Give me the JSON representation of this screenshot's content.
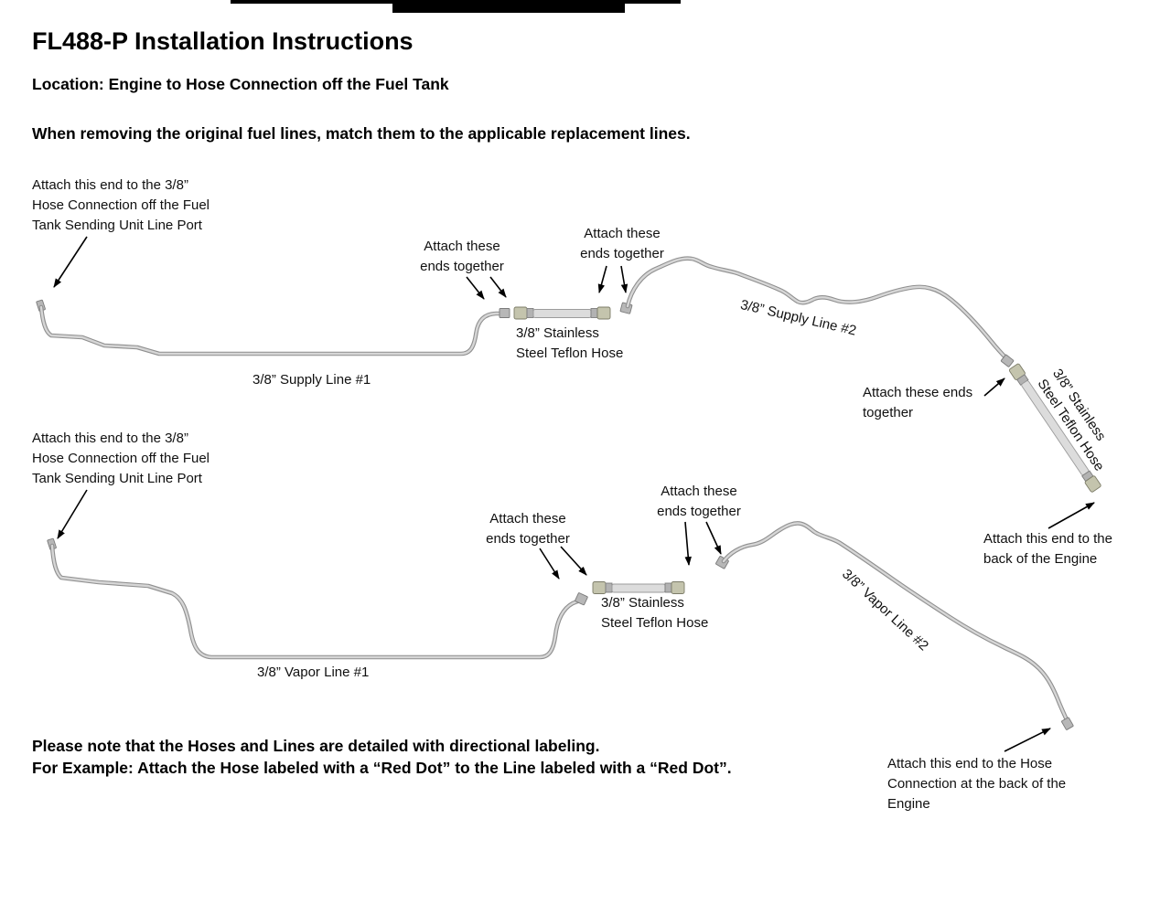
{
  "header": {
    "title": "FL488-P Installation Instructions",
    "location": "Location: Engine to Hose Connection off the Fuel Tank",
    "instruction": "When removing the original fuel lines, match them to the applicable replacement lines."
  },
  "supply": {
    "tank_end": "Attach this end to the 3/8”\nHose Connection off the Fuel\nTank Sending Unit Line Port",
    "attach_a": "Attach these\nends together",
    "attach_b": "Attach these\nends together",
    "line1": "3/8” Supply Line #1",
    "hose1": "3/8” Stainless\nSteel Teflon Hose",
    "line2": "3/8” Supply Line #2",
    "attach_c": "Attach these ends\ntogether",
    "hose2": "3/8” Stainless\nSteel Teflon Hose",
    "engine_end": "Attach this end to the\nback of the Engine"
  },
  "vapor": {
    "tank_end": "Attach this end to the 3/8”\nHose Connection off the Fuel\nTank Sending Unit Line Port",
    "attach_a": "Attach these\nends together",
    "attach_b": "Attach these\nends together",
    "line1": "3/8” Vapor Line #1",
    "hose1": "3/8” Stainless\nSteel Teflon Hose",
    "line2": "3/8” Vapor Line #2",
    "engine_end": "Attach this end to the Hose\nConnection at the back of the\nEngine"
  },
  "footer": {
    "note1": "Please note that the Hoses and Lines are detailed with directional labeling.",
    "note2": "For Example: Attach the Hose labeled with a “Red Dot” to the Line labeled with a “Red Dot”."
  },
  "colors": {
    "background": "#ffffff",
    "text": "#000000",
    "line_gray": "#b5b5b5",
    "fitting_brass": "#c4c4ad"
  }
}
